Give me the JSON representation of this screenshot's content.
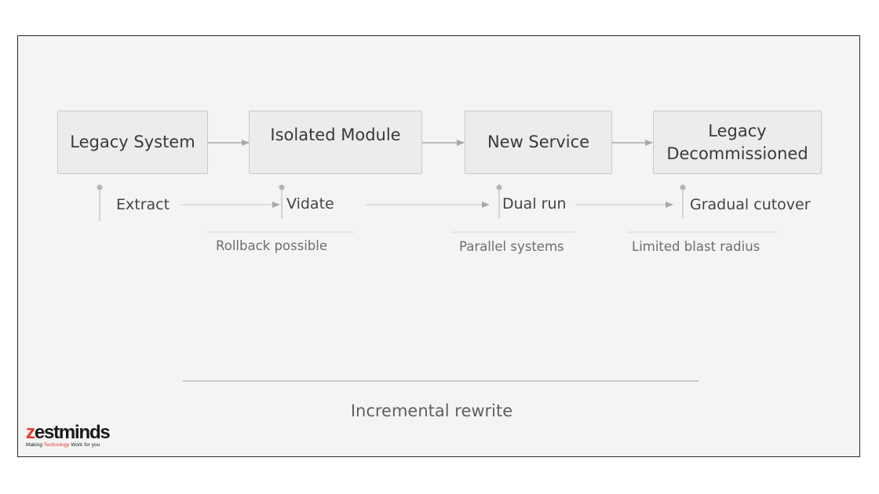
{
  "nodes": [
    {
      "label": "Legacy System"
    },
    {
      "label": "Isolated Module"
    },
    {
      "label": "New Service"
    },
    {
      "label": "Legacy\nDecommissioned"
    }
  ],
  "steps": [
    {
      "label": "Extract"
    },
    {
      "label": "Vidate"
    },
    {
      "label": "Dual run"
    },
    {
      "label": "Gradual cutover"
    }
  ],
  "notes": [
    {
      "label": "Rollback possible"
    },
    {
      "label": "Parallel systems"
    },
    {
      "label": "Limited blast radius"
    }
  ],
  "footer": {
    "title": "Incremental rewrite"
  },
  "logo": {
    "wordmark_accent": "z",
    "wordmark_rest": "estminds",
    "tagline_pre": "Making ",
    "tagline_accent": "Technology",
    "tagline_post": " Work for you"
  },
  "colors": {
    "background": "#f4f4f4",
    "node_fill": "#ececec",
    "node_border": "#c9c9c9",
    "arrow": "#a8a8a8",
    "logo_accent": "#e23a2a"
  }
}
